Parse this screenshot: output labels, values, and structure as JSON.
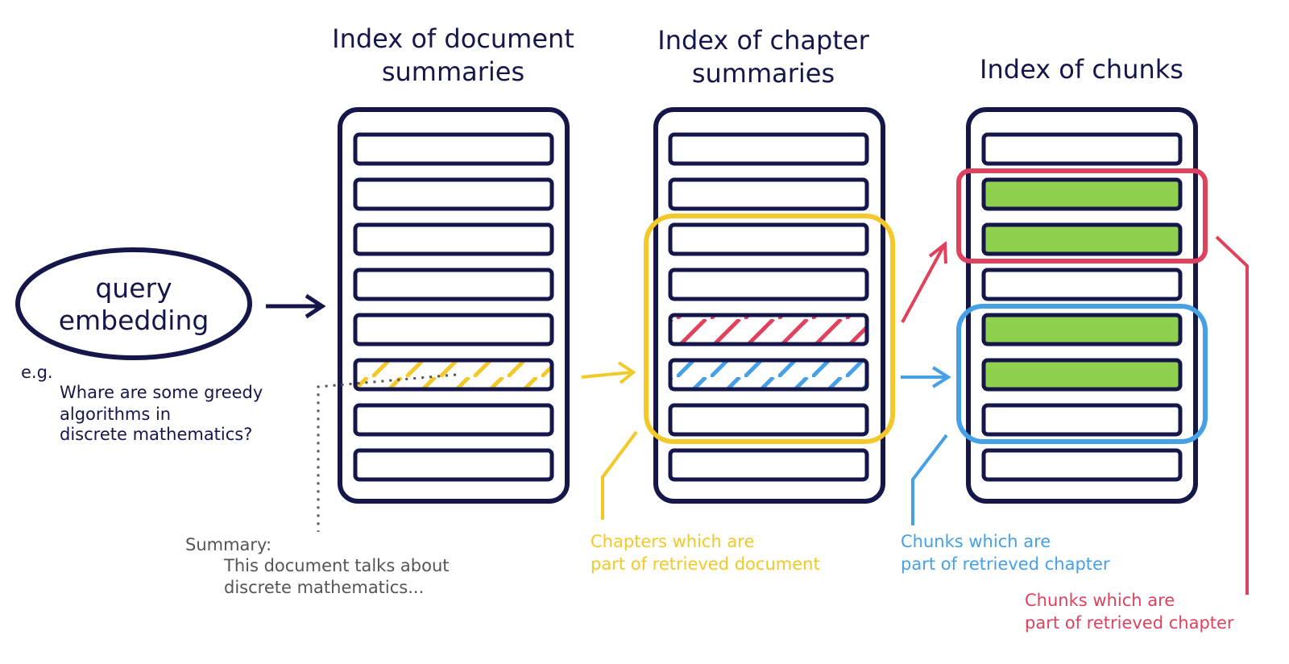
{
  "columns": {
    "documents": {
      "title_line1": "Index of document",
      "title_line2": "summaries"
    },
    "chapters": {
      "title_line1": "Index of chapter",
      "title_line2": "summaries"
    },
    "chunks": {
      "title": "Index of chunks"
    }
  },
  "query": {
    "line1": "query",
    "line2": "embedding"
  },
  "example": {
    "label": "e.g.",
    "line1": "Whare are some greedy",
    "line2": "algorithms in",
    "line3": "discrete mathematics?"
  },
  "summary": {
    "label": "Summary:",
    "line1": "This document talks about",
    "line2": "discrete mathematics..."
  },
  "annotations": {
    "chapters_note": {
      "line1": "Chapters which are",
      "line2": "part of retrieved document"
    },
    "chunks_blue_note": {
      "line1": "Chunks which are",
      "line2": "part of retrieved chapter"
    },
    "chunks_red_note": {
      "line1": "Chunks which are",
      "line2": "part of retrieved chapter"
    }
  },
  "colors": {
    "navy": "#15174b",
    "yellow": "#f3c829",
    "blue": "#45a0e6",
    "red": "#e0425e",
    "green": "#8fd14f",
    "gray": "#555555"
  }
}
